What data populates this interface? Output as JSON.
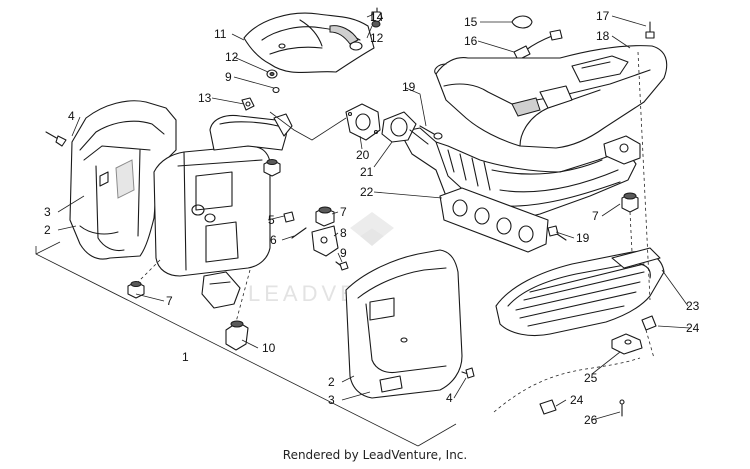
{
  "watermark": "LEADVENTURE",
  "footer": "Rendered by LeadVenture, Inc.",
  "callouts": [
    {
      "id": "c11",
      "label": "11"
    },
    {
      "id": "c14",
      "label": "14"
    },
    {
      "id": "c12a",
      "label": "12"
    },
    {
      "id": "c12b",
      "label": "12"
    },
    {
      "id": "c9a",
      "label": "9"
    },
    {
      "id": "c13",
      "label": "13"
    },
    {
      "id": "c4a",
      "label": "4"
    },
    {
      "id": "c3a",
      "label": "3"
    },
    {
      "id": "c2a",
      "label": "2"
    },
    {
      "id": "c7a",
      "label": "7"
    },
    {
      "id": "c5",
      "label": "5"
    },
    {
      "id": "c6",
      "label": "6"
    },
    {
      "id": "c7b",
      "label": "7"
    },
    {
      "id": "c8",
      "label": "8"
    },
    {
      "id": "c9b",
      "label": "9"
    },
    {
      "id": "c10",
      "label": "10"
    },
    {
      "id": "c1",
      "label": "1"
    },
    {
      "id": "c2b",
      "label": "2"
    },
    {
      "id": "c3b",
      "label": "3"
    },
    {
      "id": "c4b",
      "label": "4"
    },
    {
      "id": "c15",
      "label": "15"
    },
    {
      "id": "c16",
      "label": "16"
    },
    {
      "id": "c17",
      "label": "17"
    },
    {
      "id": "c18",
      "label": "18"
    },
    {
      "id": "c19a",
      "label": "19"
    },
    {
      "id": "c20",
      "label": "20"
    },
    {
      "id": "c21",
      "label": "21"
    },
    {
      "id": "c22",
      "label": "22"
    },
    {
      "id": "c7c",
      "label": "7"
    },
    {
      "id": "c19b",
      "label": "19"
    },
    {
      "id": "c23",
      "label": "23"
    },
    {
      "id": "c24a",
      "label": "24"
    },
    {
      "id": "c25",
      "label": "25"
    },
    {
      "id": "c24b",
      "label": "24"
    },
    {
      "id": "c26",
      "label": "26"
    }
  ]
}
